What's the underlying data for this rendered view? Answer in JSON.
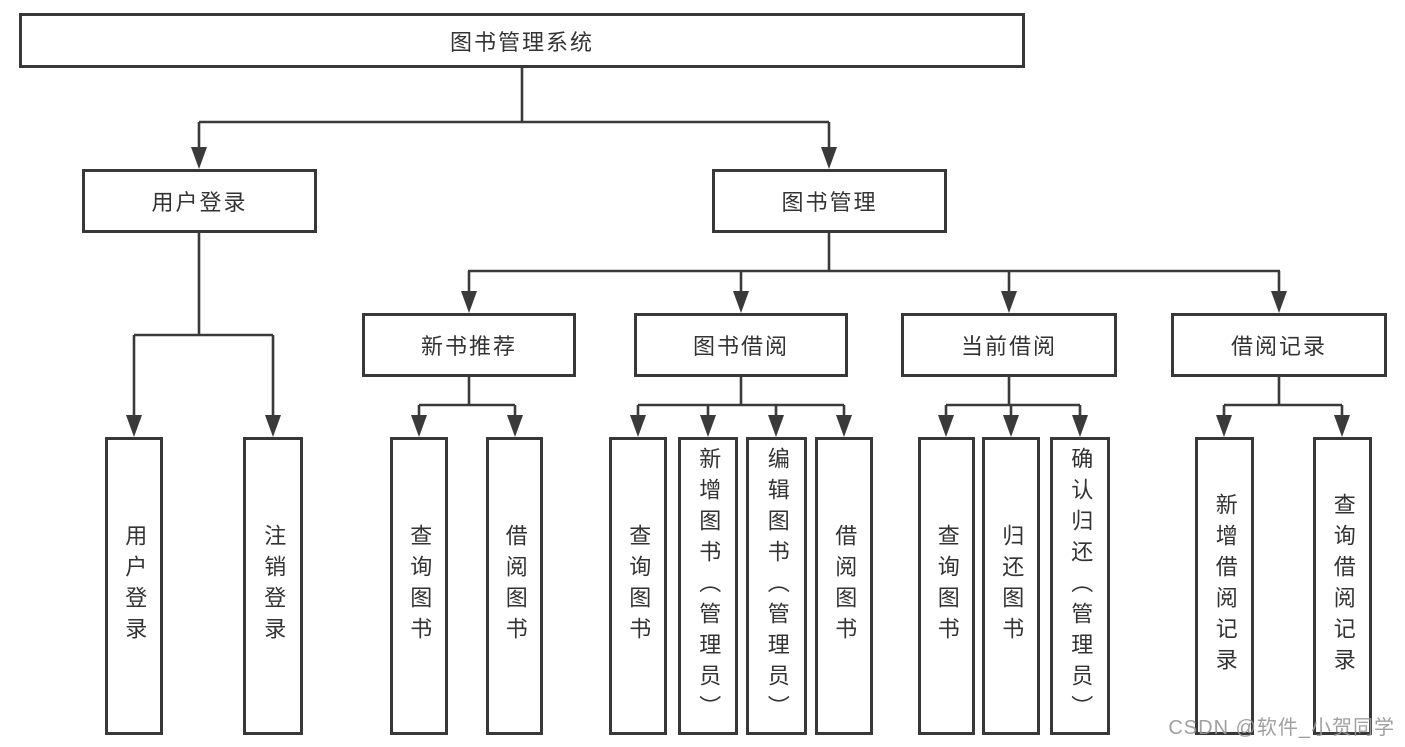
{
  "colors": {
    "line": "#3a3a3a",
    "box_border": "#383838",
    "text": "#333333",
    "watermark": "#989898",
    "background": "#ffffff"
  },
  "watermark": "CSDN @软件_小贺同学",
  "nodes": {
    "root": {
      "label": "图书管理系统"
    },
    "user_login": {
      "label": "用户登录"
    },
    "book_mgmt": {
      "label": "图书管理"
    },
    "new_books": {
      "label": "新书推荐"
    },
    "book_borrow": {
      "label": "图书借阅"
    },
    "current_borrow": {
      "label": "当前借阅"
    },
    "borrow_records": {
      "label": "借阅记录"
    },
    "leaves": {
      "ul_login": {
        "label": "用户登录"
      },
      "ul_logout": {
        "label": "注销登录"
      },
      "nb_query": {
        "label": "查询图书"
      },
      "nb_borrow": {
        "label": "借阅图书"
      },
      "bb_query": {
        "label": "查询图书"
      },
      "bb_add": {
        "label": "新增图书（管理员）"
      },
      "bb_edit": {
        "label": "编辑图书（管理员）"
      },
      "bb_borrow": {
        "label": "借阅图书"
      },
      "cb_query": {
        "label": "查询图书"
      },
      "cb_return": {
        "label": "归还图书"
      },
      "cb_confirm": {
        "label": "确认归还（管理员）"
      },
      "br_add": {
        "label": "新增借阅记录"
      },
      "br_query": {
        "label": "查询借阅记录"
      }
    }
  },
  "hierarchy": {
    "root": [
      "user_login",
      "book_mgmt"
    ],
    "user_login": [
      "ul_login",
      "ul_logout"
    ],
    "book_mgmt": [
      "new_books",
      "book_borrow",
      "current_borrow",
      "borrow_records"
    ],
    "new_books": [
      "nb_query",
      "nb_borrow"
    ],
    "book_borrow": [
      "bb_query",
      "bb_add",
      "bb_edit",
      "bb_borrow"
    ],
    "current_borrow": [
      "cb_query",
      "cb_return",
      "cb_confirm"
    ],
    "borrow_records": [
      "br_add",
      "br_query"
    ]
  }
}
